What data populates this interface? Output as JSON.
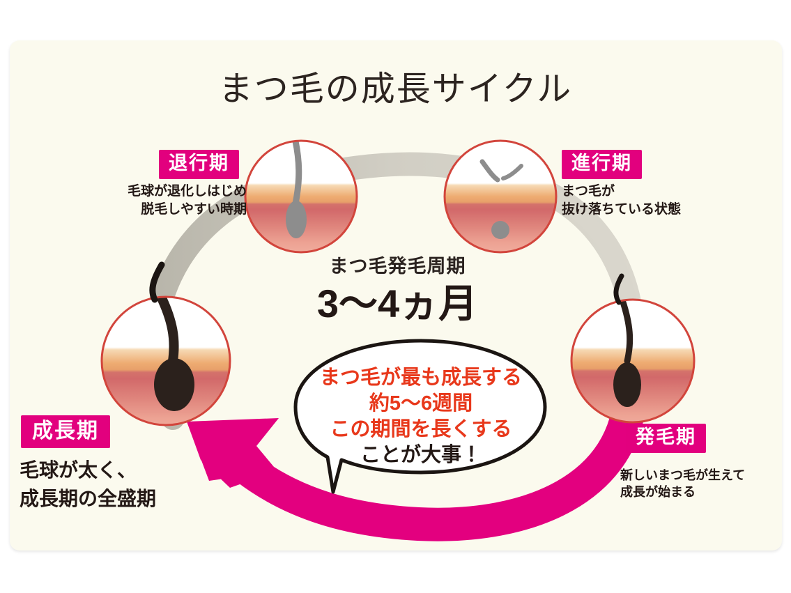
{
  "page": {
    "title": "まつ毛の成長サイクル",
    "background_color": "#ffffff",
    "card_color": "#fbfaee",
    "accent_magenta": "#e2007e",
    "arrow_magenta": "#e3007f",
    "ring_gray": "#b9b6ac",
    "red_text": "#e8381b",
    "dark_text": "#231815"
  },
  "center": {
    "caption": "まつ毛発毛周期",
    "duration": "3〜4ヵ月"
  },
  "bubble": {
    "line1": "まつ毛が最も成長する",
    "line2": "約5〜6週間",
    "line3": "この期間を長くする",
    "line4": "ことが大事！"
  },
  "phases": [
    {
      "id": "taikouki",
      "badge": "退行期",
      "description": "毛球が退化しはじめ\n脱毛しやすい時期",
      "illustration": "follicle-gray-receding"
    },
    {
      "id": "shinkouki",
      "badge": "進行期",
      "description": "まつ毛が\n抜け落ちている状態",
      "illustration": "follicle-shed-hairs"
    },
    {
      "id": "seichouki",
      "badge": "成長期",
      "description": "毛球が太く、\n成長期の全盛期",
      "illustration": "follicle-dark-thick"
    },
    {
      "id": "hatsumouki",
      "badge": "発毛期",
      "description": "新しいまつ毛が生えて\n成長が始まる",
      "illustration": "follicle-dark-new"
    }
  ]
}
